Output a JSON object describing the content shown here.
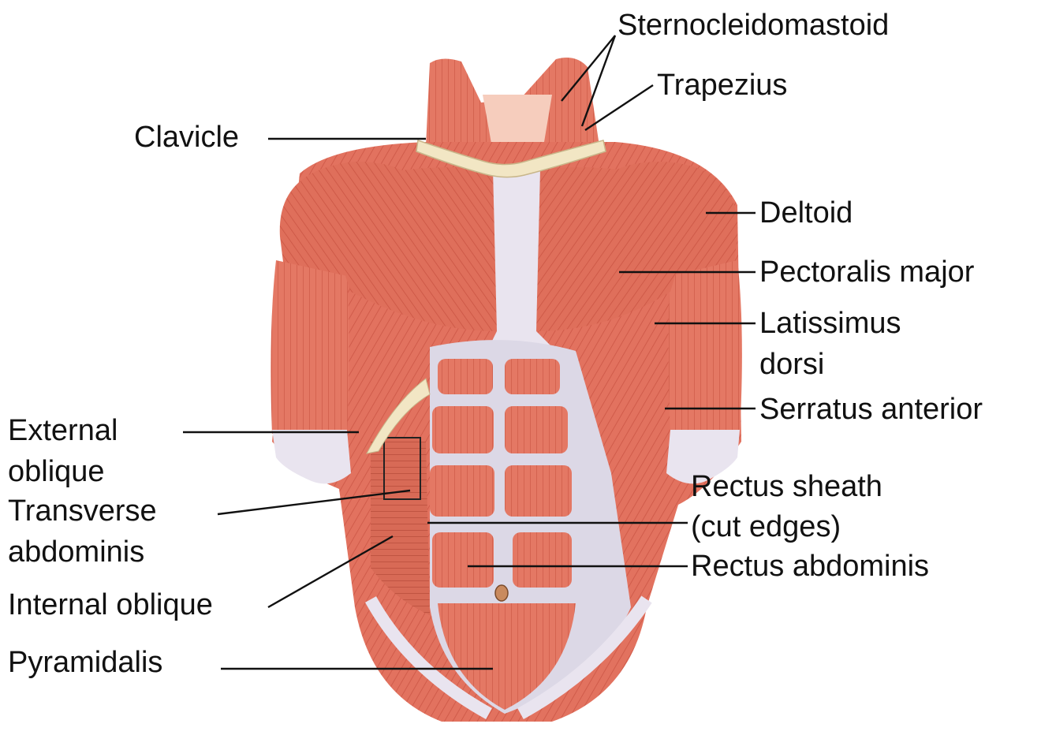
{
  "labels": {
    "sternocleidomastoid": "Sternocleidomastoid",
    "trapezius": "Trapezius",
    "clavicle": "Clavicle",
    "deltoid": "Deltoid",
    "pectoralis_major": "Pectoralis major",
    "latissimus_dorsi": {
      "line1": "Latissimus",
      "line2": "dorsi"
    },
    "serratus_anterior": "Serratus anterior",
    "external_oblique": {
      "line1": "External",
      "line2": "oblique"
    },
    "transverse_abdominis": {
      "line1": "Transverse",
      "line2": "abdominis"
    },
    "rectus_sheath": {
      "line1": "Rectus sheath",
      "line2": "(cut edges)"
    },
    "rectus_abdominis": "Rectus abdominis",
    "internal_oblique": "Internal oblique",
    "pyramidalis": "Pyramidalis"
  },
  "colors": {
    "muscle": "#e2725f",
    "muscle_dark": "#b8402f",
    "muscle_light": "#f3a592",
    "skin": "#f6cdbd",
    "fascia": "#e9e4ef",
    "bone": "#f2e6c4",
    "line": "#111111"
  }
}
